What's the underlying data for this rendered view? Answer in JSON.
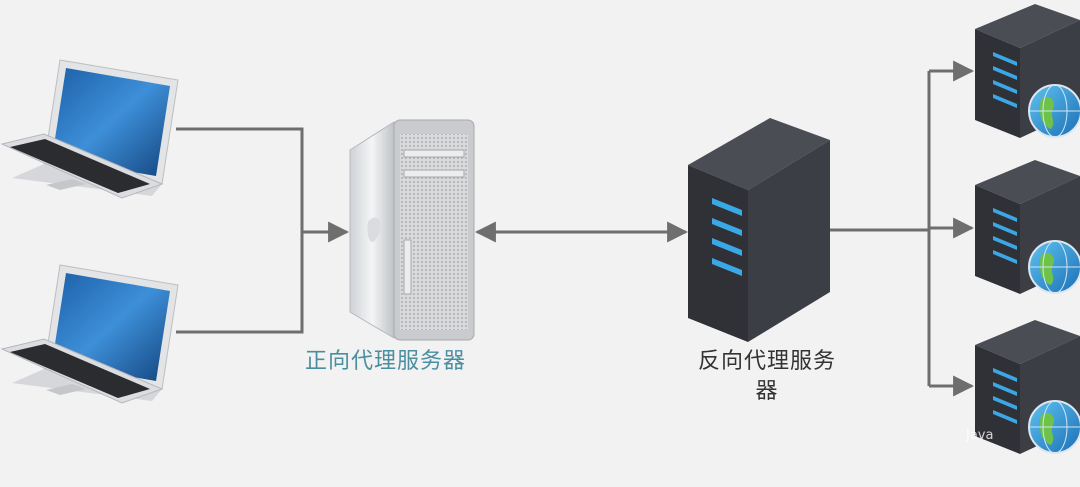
{
  "labels": {
    "forward_proxy": "正向代理服务器",
    "reverse_proxy_line1": "反向代理服务",
    "reverse_proxy_line2": "器"
  },
  "watermark": "Java",
  "icons": {
    "clients": [
      "laptop-icon",
      "laptop-icon"
    ],
    "forward_proxy": "tower-server-icon",
    "reverse_proxy": "server-tower-icon",
    "backends": [
      "server-globe-icon",
      "server-globe-icon",
      "server-globe-icon"
    ]
  },
  "colors": {
    "background": "#f2f2f2",
    "connector": "#6e6e6e",
    "forward_label": "#4a8fa0",
    "reverse_label": "#333333",
    "server_dark": "#2f3136",
    "led_blue": "#3aa8e6"
  }
}
